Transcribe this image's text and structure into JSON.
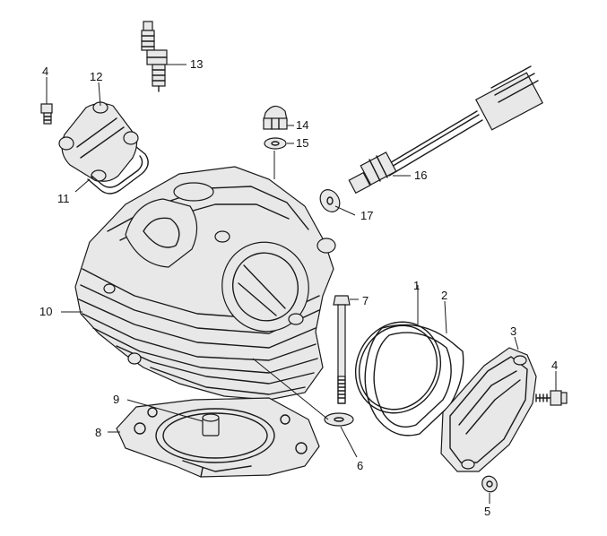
{
  "callouts": [
    {
      "id": "1",
      "text": "1"
    },
    {
      "id": "2",
      "text": "2"
    },
    {
      "id": "3",
      "text": "3"
    },
    {
      "id": "4a",
      "text": "4"
    },
    {
      "id": "4b",
      "text": "4"
    },
    {
      "id": "5",
      "text": "5"
    },
    {
      "id": "6",
      "text": "6"
    },
    {
      "id": "7",
      "text": "7"
    },
    {
      "id": "8",
      "text": "8"
    },
    {
      "id": "9",
      "text": "9"
    },
    {
      "id": "10",
      "text": "10"
    },
    {
      "id": "11",
      "text": "11"
    },
    {
      "id": "12",
      "text": "12"
    },
    {
      "id": "13",
      "text": "13"
    },
    {
      "id": "14",
      "text": "14"
    },
    {
      "id": "15",
      "text": "15"
    },
    {
      "id": "16",
      "text": "16"
    },
    {
      "id": "17",
      "text": "17"
    }
  ]
}
